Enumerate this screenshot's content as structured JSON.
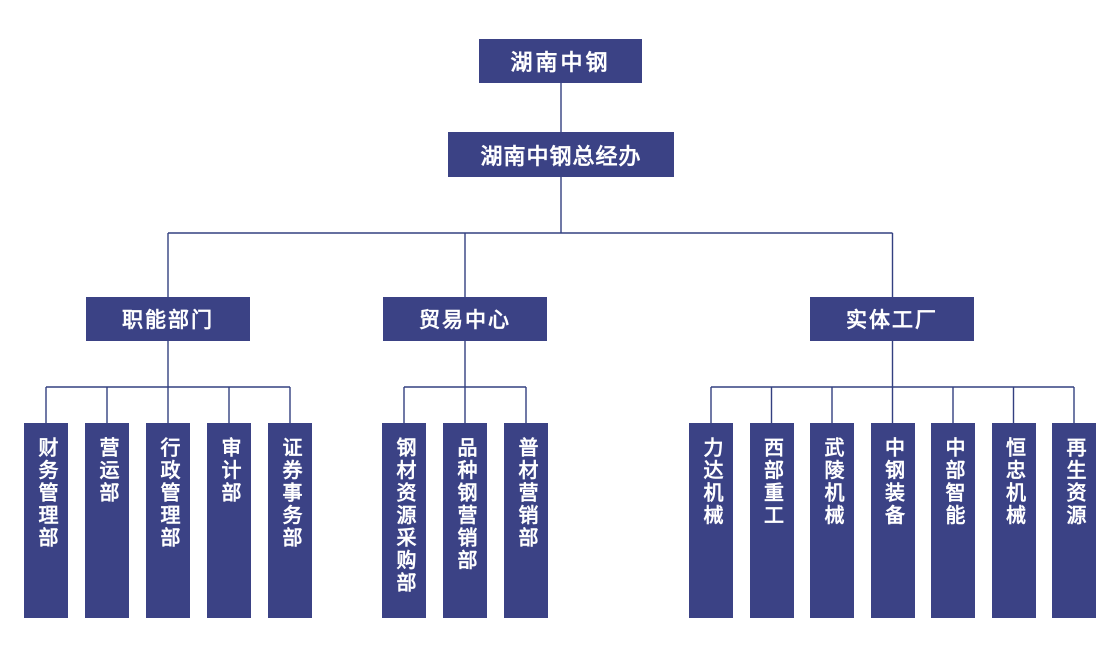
{
  "palette": {
    "box_fill": "#3b4285",
    "line": "#334080",
    "text": "#ffffff",
    "background": "#ffffff"
  },
  "root": {
    "label": "湖南中钢"
  },
  "gm_office": {
    "label": "湖南中钢总经办"
  },
  "groups": [
    {
      "label": "职能部门",
      "children": [
        "财务管理部",
        "营运部",
        "行政管理部",
        "审计部",
        "证券事务部"
      ]
    },
    {
      "label": "贸易中心",
      "children": [
        "钢材资源采购部",
        "品种钢营销部",
        "普材营销部"
      ]
    },
    {
      "label": "实体工厂",
      "children": [
        "力达机械",
        "西部重工",
        "武陵机械",
        "中钢装备",
        "中部智能",
        "恒忠机械",
        "再生资源"
      ]
    }
  ]
}
